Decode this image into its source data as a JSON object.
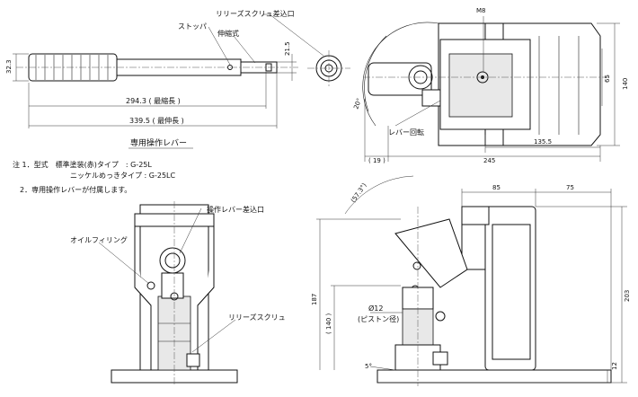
{
  "lever": {
    "label_stopper": "ストッパ",
    "label_telescopic": "伸縮式",
    "label_release_insert": "リリーズスクリュ差込口",
    "dim_diameter": "32.3",
    "dim_tip": "21.5",
    "dim_min_length": "294.3 ( 最縮長 )",
    "dim_max_length": "339.5 ( 最伸長 )",
    "caption": "専用操作レバー"
  },
  "notes": {
    "line1": "注 1．型式　標準塗装(赤)タイプ　: G-25L",
    "line2": "ニッケルめっきタイプ : G-25LC",
    "line3": "2．専用操作レバーが付属します。"
  },
  "top_view": {
    "label_m8": "M8",
    "dim_20deg": "20°",
    "label_lever_rotation": "レバー回転",
    "dim_19": "( 19 )",
    "dim_135_5": "135.5",
    "dim_245": "245",
    "dim_65": "65",
    "dim_140": "140"
  },
  "front_view": {
    "label_lever_insert": "操作レバー差込口",
    "label_oil_filling": "オイルフィリング",
    "label_release_screw": "リリーズスクリュ"
  },
  "side_view": {
    "dim_57_3": "(57.3°)",
    "dim_85": "85",
    "dim_75": "75",
    "dim_187": "187",
    "dim_140": "( 140 )",
    "dim_203": "203",
    "dim_phi12": "Ø12",
    "label_piston": "(ピストン径)",
    "dim_5deg": "5°",
    "dim_12": "12"
  }
}
